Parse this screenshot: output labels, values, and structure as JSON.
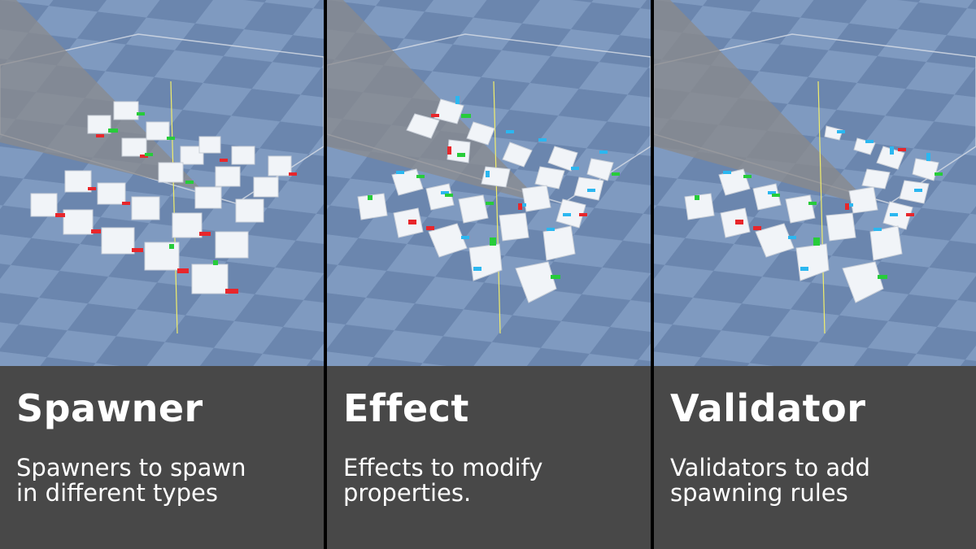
{
  "panels": [
    {
      "id": "spawner",
      "title": "Spawner",
      "description": [
        "Spawners to spawn",
        "in different types"
      ]
    },
    {
      "id": "effect",
      "title": "Effect",
      "description": [
        "Effects to modify",
        "properties."
      ]
    },
    {
      "id": "validator",
      "title": "Validator",
      "description": [
        "Validators to add",
        "spawning rules"
      ]
    }
  ],
  "colors": {
    "floor_light": "#7f9ac0",
    "floor_dark": "#6b86ae",
    "caption_bg": "#484848",
    "caption_text": "#ffffff",
    "divider": "#000000",
    "cube_face": "#f1f4f8",
    "axis_x": "#e8262b",
    "axis_y": "#27cc3a",
    "axis_z": "#2bb7f0",
    "gizmo_line": "#f2ee6a"
  }
}
